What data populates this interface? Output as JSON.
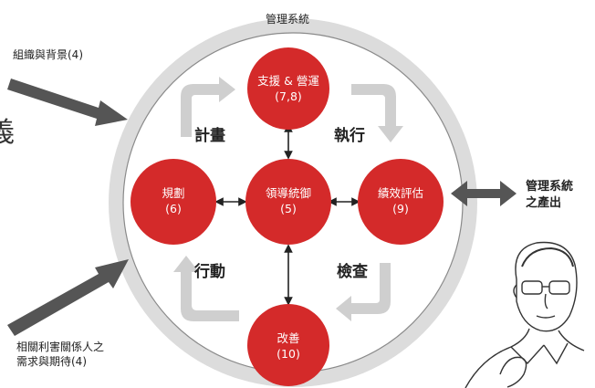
{
  "system_title": "管理系統",
  "inputs": {
    "context": "組織與背景(4)",
    "stakeholders_line1": "相關利害關係人之",
    "stakeholders_line2": "需求與期待(4)"
  },
  "output": {
    "line1": "管理系統",
    "line2": "之產出"
  },
  "cut_off_char": "義",
  "cycle_labels": {
    "plan": "計畫",
    "do": "執行",
    "check": "檢查",
    "act": "行動"
  },
  "nodes": {
    "support": {
      "label": "支援 & 營運",
      "clause": "(7,8)"
    },
    "planning": {
      "label": "規劃",
      "clause": "(6)"
    },
    "leadership": {
      "label": "領導統御",
      "clause": "(5)"
    },
    "evaluation": {
      "label": "績效評估",
      "clause": "(9)"
    },
    "improvement": {
      "label": "改善",
      "clause": "(10)"
    }
  },
  "colors": {
    "node_red": "#d42a2a",
    "ring_gray": "#dcdcdc",
    "arrow_gray": "#cfcfcf",
    "dark_arrow": "#555555"
  }
}
